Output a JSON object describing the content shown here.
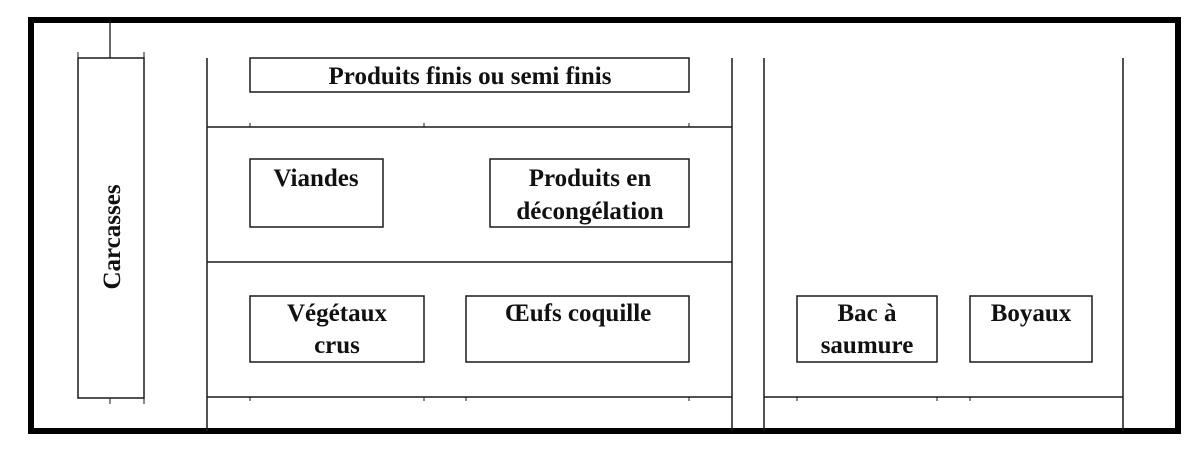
{
  "diagram": {
    "title": "",
    "colors": {
      "frame": "#000000",
      "line": "#1a1a1a",
      "text": "#111111",
      "background": "#ffffff"
    },
    "labels": {
      "carcasses": "Carcasses",
      "produits_finis": "Produits finis ou semi finis",
      "viandes": "Viandes",
      "decongelation_line1": "Produits en",
      "decongelation_line2": "décongélation",
      "vegetaux_line1": "Végétaux",
      "vegetaux_line2": "crus",
      "oeufs": "Œufs coquille",
      "bac_line1": "Bac à",
      "bac_line2": "saumure",
      "boyaux": "Boyaux"
    }
  }
}
